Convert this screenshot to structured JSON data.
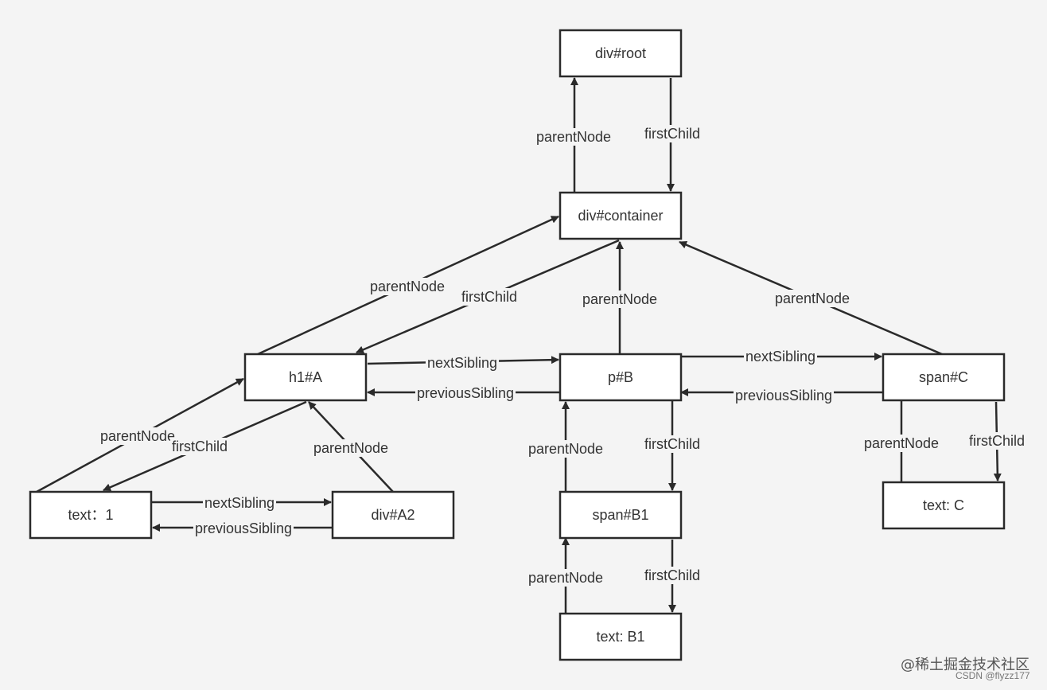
{
  "diagram": {
    "nodes": [
      {
        "id": "root",
        "label": "div#root"
      },
      {
        "id": "container",
        "label": "div#container"
      },
      {
        "id": "A",
        "label": "h1#A"
      },
      {
        "id": "B",
        "label": "p#B"
      },
      {
        "id": "C",
        "label": "span#C"
      },
      {
        "id": "text1",
        "label": "text：1"
      },
      {
        "id": "A2",
        "label": "div#A2"
      },
      {
        "id": "B1",
        "label": "span#B1"
      },
      {
        "id": "textC",
        "label": "text: C"
      },
      {
        "id": "textB1",
        "label": "text: B1"
      }
    ],
    "edges": [
      {
        "from": "container",
        "to": "root",
        "label": "parentNode"
      },
      {
        "from": "root",
        "to": "container",
        "label": "firstChild"
      },
      {
        "from": "A",
        "to": "container",
        "label": "parentNode"
      },
      {
        "from": "container",
        "to": "A",
        "label": "firstChild"
      },
      {
        "from": "B",
        "to": "container",
        "label": "parentNode"
      },
      {
        "from": "C",
        "to": "container",
        "label": "parentNode"
      },
      {
        "from": "A",
        "to": "B",
        "label": "nextSibling"
      },
      {
        "from": "B",
        "to": "A",
        "label": "previousSibling"
      },
      {
        "from": "B",
        "to": "C",
        "label": "nextSibling"
      },
      {
        "from": "C",
        "to": "B",
        "label": "previousSibling"
      },
      {
        "from": "text1",
        "to": "A",
        "label": "parentNode"
      },
      {
        "from": "A",
        "to": "text1",
        "label": "firstChild"
      },
      {
        "from": "A2",
        "to": "A",
        "label": "parentNode"
      },
      {
        "from": "text1",
        "to": "A2",
        "label": "nextSibling"
      },
      {
        "from": "A2",
        "to": "text1",
        "label": "previousSibling"
      },
      {
        "from": "B1",
        "to": "B",
        "label": "parentNode"
      },
      {
        "from": "B",
        "to": "B1",
        "label": "firstChild"
      },
      {
        "from": "textC",
        "to": "C",
        "label": "parentNode"
      },
      {
        "from": "C",
        "to": "textC",
        "label": "firstChild"
      },
      {
        "from": "textB1",
        "to": "B1",
        "label": "parentNode"
      },
      {
        "from": "B1",
        "to": "textB1",
        "label": "firstChild"
      }
    ]
  },
  "watermark": {
    "main": "@稀土掘金技术社区",
    "sub": "CSDN @flyzz177"
  }
}
